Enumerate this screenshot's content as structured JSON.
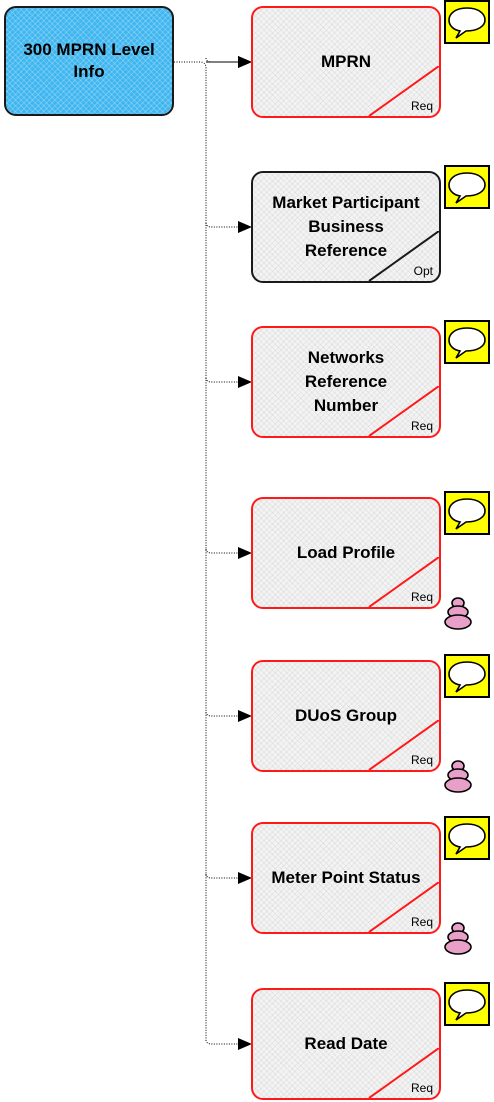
{
  "root": {
    "label": "300 MPRN Level Info"
  },
  "nodes": [
    {
      "label": "MPRN",
      "badge": "Req",
      "optional": false,
      "multiplicity_icon": false
    },
    {
      "label": "Market Participant\nBusiness\nReference",
      "badge": "Opt",
      "optional": true,
      "multiplicity_icon": false
    },
    {
      "label": "Networks\nReference\nNumber",
      "badge": "Req",
      "optional": false,
      "multiplicity_icon": false
    },
    {
      "label": "Load Profile",
      "badge": "Req",
      "optional": false,
      "multiplicity_icon": true
    },
    {
      "label": "DUoS Group",
      "badge": "Req",
      "optional": false,
      "multiplicity_icon": true
    },
    {
      "label": "Meter Point Status",
      "badge": "Req",
      "optional": false,
      "multiplicity_icon": true
    },
    {
      "label": "Read Date",
      "badge": "Req",
      "optional": false,
      "multiplicity_icon": false
    }
  ],
  "icons": {
    "comment": "speech-bubble-icon",
    "multiplicity": "stacked-discs-icon"
  },
  "colors": {
    "root_fill": "#3fb6ef",
    "required_border": "#ff1a1a",
    "optional_border": "#1a1a1a",
    "comment_fill": "#ffff00",
    "multiplicity_fill": "#e8a0c8"
  }
}
